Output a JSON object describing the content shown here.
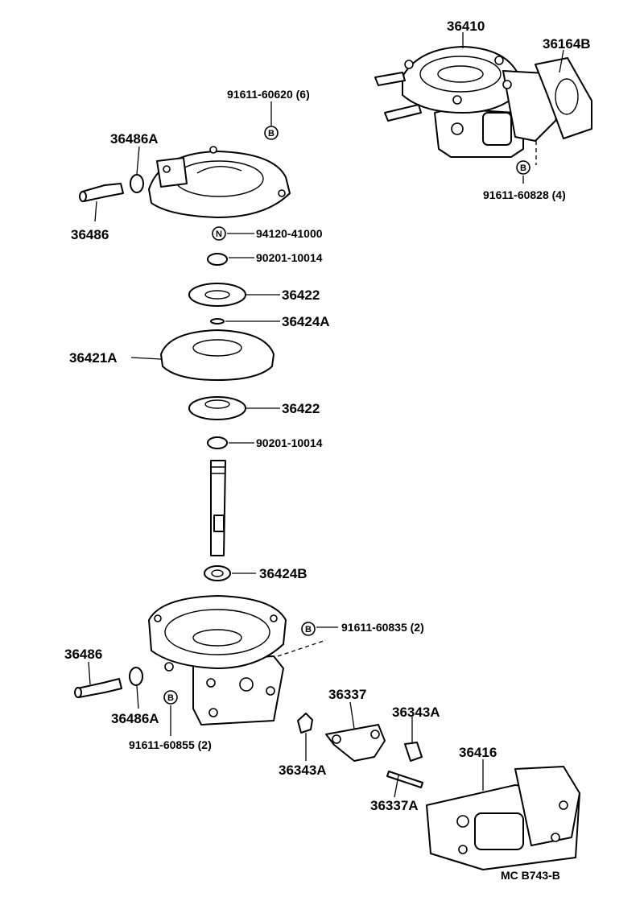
{
  "labels": {
    "p36410": "36410",
    "p36164B": "36164B",
    "p91611_60828": "91611-60828 (4)",
    "p91611_60620": "91611-60620 (6)",
    "p36486A_top": "36486A",
    "p36486_top": "36486",
    "p94120": "94120-41000",
    "p90201_top": "90201-10014",
    "p36422_top": "36422",
    "p36424A": "36424A",
    "p36421A": "36421A",
    "p36422_bot": "36422",
    "p90201_bot": "90201-10014",
    "p36424B": "36424B",
    "p91611_60835": "91611-60835 (2)",
    "p36486_bot": "36486",
    "p36486A_bot": "36486A",
    "p91611_60855": "91611-60855 (2)",
    "p36337": "36337",
    "p36343A_right": "36343A",
    "p36343A_left": "36343A",
    "p36337A": "36337A",
    "p36416": "36416",
    "catalog_code": "MC B743-B"
  },
  "markers": {
    "bolt_letter": "B",
    "nut_letter": "N"
  }
}
